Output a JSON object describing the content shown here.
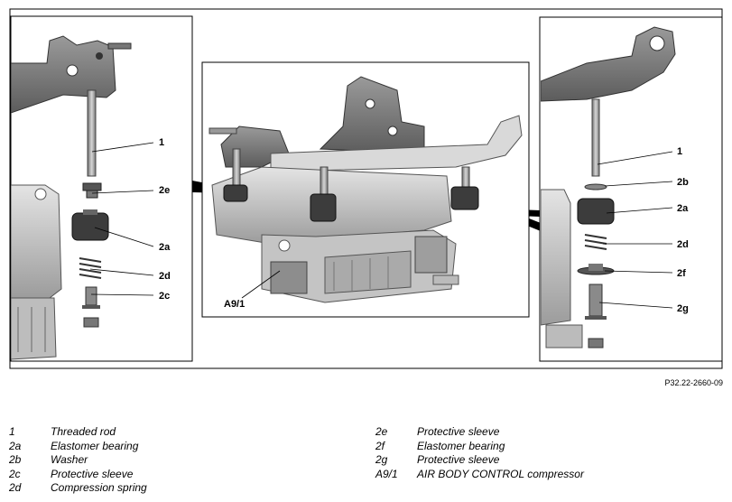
{
  "figure_id": "P32.22-2660-09",
  "callouts": {
    "left": {
      "c1": "1",
      "c2e": "2e",
      "c2a": "2a",
      "c2d": "2d",
      "c2c": "2c"
    },
    "center": {
      "ca91": "A9/1"
    },
    "right": {
      "c1": "1",
      "c2b": "2b",
      "c2a": "2a",
      "c2d": "2d",
      "c2f": "2f",
      "c2g": "2g"
    }
  },
  "legend": {
    "left": [
      {
        "code": "1",
        "desc": "Threaded rod"
      },
      {
        "code": "2a",
        "desc": "Elastomer bearing"
      },
      {
        "code": "2b",
        "desc": "Washer"
      },
      {
        "code": "2c",
        "desc": "Protective sleeve"
      },
      {
        "code": "2d",
        "desc": "Compression spring"
      }
    ],
    "right": [
      {
        "code": "2e",
        "desc": "Protective sleeve"
      },
      {
        "code": "2f",
        "desc": "Elastomer bearing"
      },
      {
        "code": "2g",
        "desc": "Protective sleeve"
      },
      {
        "code": "A9/1",
        "desc": "AIR BODY CONTROL compressor"
      }
    ]
  }
}
